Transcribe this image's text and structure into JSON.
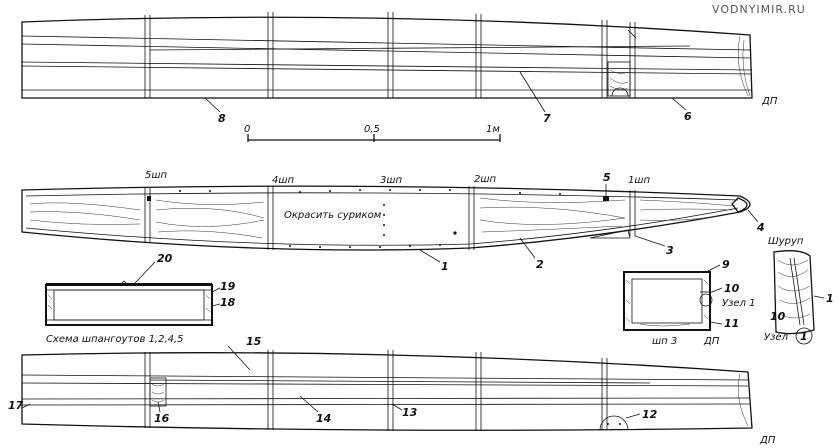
{
  "watermark": "VODNYIMIR.RU",
  "scale_bar": {
    "ticks": [
      "0",
      "0,5",
      "1м"
    ]
  },
  "frame_labels": {
    "f5": "5шп",
    "f4": "4шп",
    "f3": "3шп",
    "f2": "2шп",
    "f1": "1шп"
  },
  "paint_note": "Окрасить суриком",
  "schema_caption": "Схема шпангоутов 1,2,4,5",
  "frame3_caption": "шп 3",
  "dp_label": "ДП",
  "node_label": "Узел 1",
  "node_circle_label": "Узел",
  "node_number": "1",
  "screw_label": "Шуруп",
  "parts": [
    "1",
    "2",
    "3",
    "4",
    "5",
    "6",
    "7",
    "8",
    "9",
    "10",
    "11",
    "12",
    "13",
    "14",
    "15",
    "16",
    "17",
    "18",
    "19",
    "20"
  ]
}
